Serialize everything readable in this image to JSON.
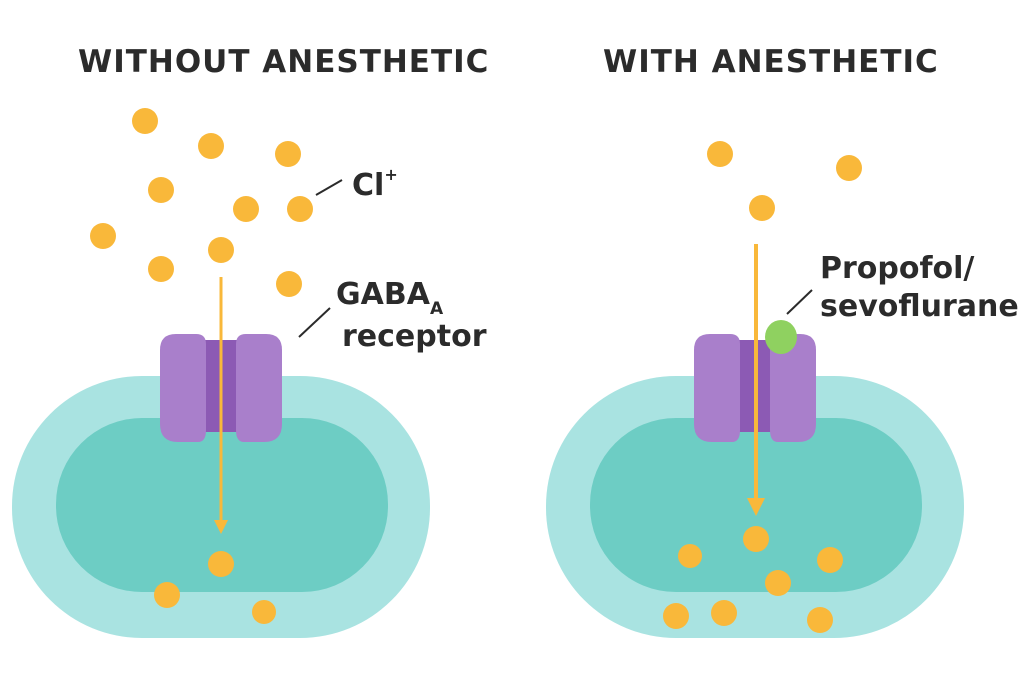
{
  "panels": {
    "left_title": "WITHOUT ANESTHETIC",
    "right_title": "WITH ANESTHETIC"
  },
  "labels": {
    "ion": "Cl",
    "ion_charge": "+",
    "receptor_main": "GABA",
    "receptor_sub": "A",
    "receptor_word": "receptor",
    "drug_line1": "Propofol/",
    "drug_line2": "sevoflurane"
  },
  "colors": {
    "ion": "#f9b83a",
    "cell_outer": "#a9e3e1",
    "cell_inner": "#6dcdc4",
    "receptor_outer": "#a97fcb",
    "receptor_inner": "#8c5ab4",
    "drug": "#8fd160",
    "arrow": "#f9b83a",
    "leader_line": "#2b2b2b"
  }
}
